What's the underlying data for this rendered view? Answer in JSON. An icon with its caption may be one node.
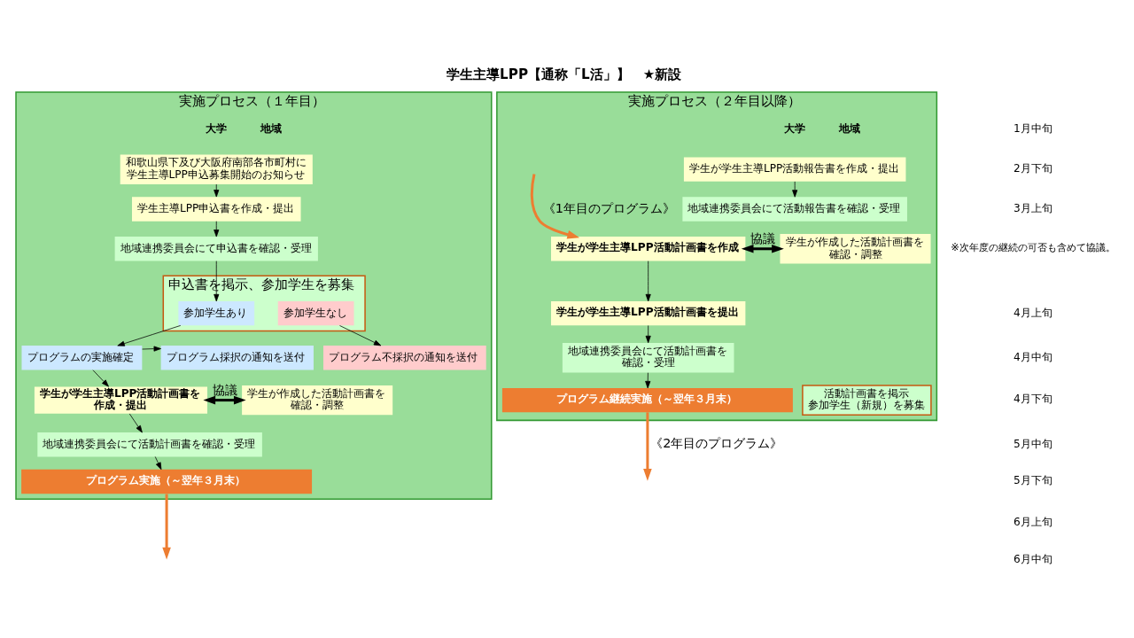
{
  "diagram": {
    "title": "学生主導LPP【通称「L活」】　★新設",
    "nodes": [
      {
        "text": [
          "実施プロセス（１年目）"
        ]
      },
      {
        "text": [
          "和歌山県下及び大阪府南部各市町村に学生主導LPP申込募集開始のお知らせ"
        ],
        "in": 0
      },
      {
        "text": [
          "学生主導LPP申込書を作成・提出"
        ],
        "in": 0
      },
      {
        "text": [
          "地域連携委員会にて申込書を確認・受理"
        ],
        "in": 0
      },
      {
        "text": [
          "申込書を掲示、参加学生を募集"
        ],
        "in": 0
      },
      {
        "text": [
          "参加学生あり"
        ],
        "in": 4
      },
      {
        "text": [
          "参加学生なし"
        ],
        "in": 4
      },
      {
        "text": [
          "プログラム不採択の通知を送付"
        ],
        "in": 0
      },
      {
        "text": [
          "プログラムの実施確定"
        ],
        "in": 0
      },
      {
        "text": [
          "プログラム採択の通知を送付"
        ],
        "in": 0
      },
      {
        "text": [
          "学生が学生主導LPP活動計画書を作成・提出"
        ],
        "in": 0
      },
      {
        "text": [
          "学生が作成した活動計画書を確認・調整"
        ],
        "in": 0
      },
      {
        "text": [
          "地域連携委員会にて活動計画書を確認・受理"
        ],
        "in": 0
      },
      {
        "text": [
          "プログラム実施（～翌年３月末）"
        ],
        "in": 0
      },
      {
        "text": [
          "実施プロセス（２年目以降）"
        ]
      },
      {
        "text": [
          "学生が学生主導LPP活動報告書を作成・提出"
        ],
        "in": 14
      },
      {
        "text": [
          "地域連携委員会にて活動報告書を確認・受理"
        ],
        "in": 14
      },
      {
        "text": [
          "学生が学生主導LPP活動計画書を作成"
        ],
        "in": 14
      },
      {
        "text": [
          "学生が作成した活動計画書を確認・調整"
        ],
        "in": 14
      },
      {
        "text": [
          "学生が学生主導LPP活動計画書を提出"
        ],
        "in": 14
      },
      {
        "text": [
          "地域連携委員会にて活動計画書を確認・受理"
        ],
        "in": 14
      },
      {
        "text": [
          "プログラム継続実施（～翌年３月末）"
        ],
        "in": 14
      },
      {
        "text": [
          "活動計画書を掲示参加学生（新規）を募集"
        ],
        "in": 14
      }
    ],
    "edges": [
      {
        "from": 1,
        "to": 2,
        "arrow": "to"
      },
      {
        "from": 2,
        "to": 3,
        "arrow": "to"
      },
      {
        "from": 3,
        "to": 4,
        "arrow": "to"
      },
      {
        "from": 5,
        "to": 8,
        "arrow": "to"
      },
      {
        "from": 6,
        "to": 7,
        "arrow": "to"
      },
      {
        "from": 8,
        "to": 9,
        "arrow": "to"
      },
      {
        "from": 8,
        "to": 10,
        "arrow": "to"
      },
      {
        "from": 10,
        "to": 11,
        "arrow": "both",
        "label": "協議",
        "style": "thick"
      },
      {
        "from": 10,
        "to": 12,
        "arrow": "to"
      },
      {
        "from": 12,
        "to": 13,
        "arrow": "to"
      },
      {
        "from": 13,
        "to": null,
        "arrow": "to",
        "style": "thick",
        "color": "#ed7d31"
      },
      {
        "from": null,
        "to": 17,
        "arrow": "to",
        "style": "thick",
        "color": "#ed7d31",
        "label": "《1年目のプログラム》"
      },
      {
        "from": 15,
        "to": 16,
        "arrow": "to"
      },
      {
        "from": 17,
        "to": 18,
        "arrow": "both",
        "label": "協議",
        "style": "thick"
      },
      {
        "from": 17,
        "to": 19,
        "arrow": "to"
      },
      {
        "from": 19,
        "to": 20,
        "arrow": "to"
      },
      {
        "from": 20,
        "to": 21,
        "arrow": "to"
      },
      {
        "from": 21,
        "to": null,
        "arrow": "to",
        "style": "thick",
        "color": "#ed7d31",
        "label": "《2年目のプログラム》"
      }
    ],
    "labels": [
      "大学",
      "地域",
      "大学",
      "地域",
      "1月中旬",
      "2月下旬",
      "3月上旬",
      "※次年度の継続の可否も含めて協議。",
      "4月上旬",
      "4月中旬",
      "4月下旬",
      "5月中旬",
      "5月下旬",
      "6月上旬",
      "6月中旬"
    ]
  }
}
